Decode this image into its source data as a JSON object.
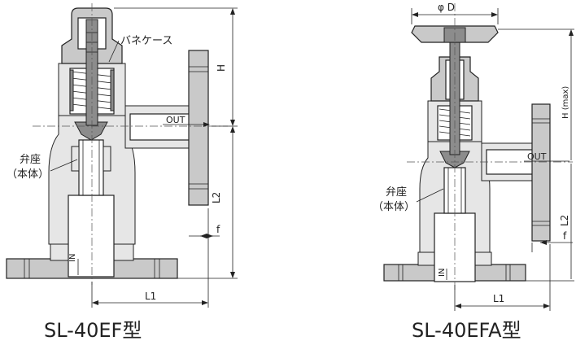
{
  "left_valve": {
    "title": "SL-40EF型",
    "spring_case_label": "バネケース",
    "seat_label_line1": "弁座",
    "seat_label_line2": "（本体）",
    "out_label": "OUT",
    "in_label": "IN",
    "dim_h": "H",
    "dim_l2": "L2",
    "dim_f": "f",
    "dim_l1": "L1"
  },
  "right_valve": {
    "title": "SL-40EFA型",
    "dim_phi_d": "φ D",
    "dim_h_max": "H (max)",
    "seat_label_line1": "弁座",
    "seat_label_line2": "（本体）",
    "out_label": "OUT",
    "in_label": "IN",
    "dim_l2": "L2",
    "dim_f": "f",
    "dim_l1": "L1"
  }
}
